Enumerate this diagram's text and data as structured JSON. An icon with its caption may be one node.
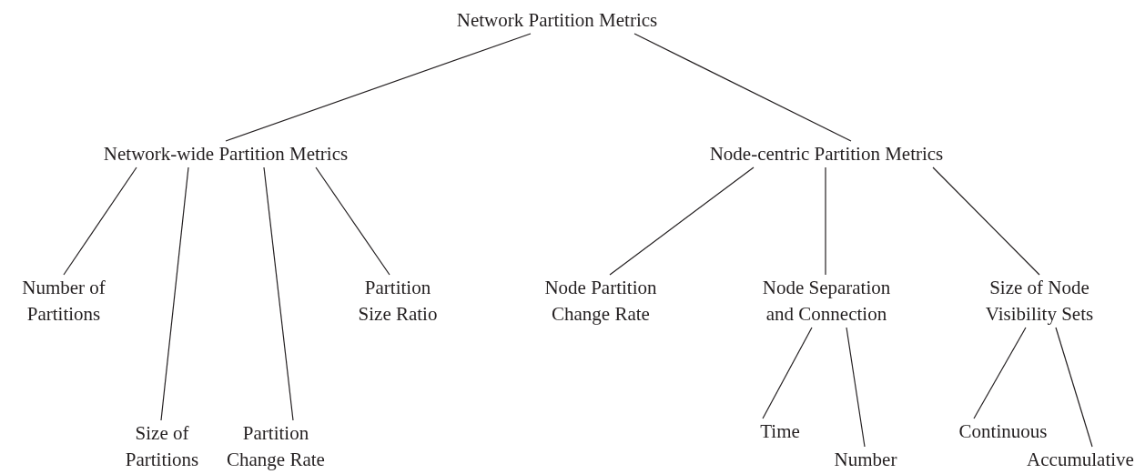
{
  "diagram": {
    "nodes": [
      {
        "text": [
          "Network Partition Metrics"
        ]
      },
      {
        "text": [
          "Network-wide Partition Metrics"
        ]
      },
      {
        "text": [
          "Node-centric Partition Metrics"
        ]
      },
      {
        "text": [
          "Number of Partitions"
        ]
      },
      {
        "text": [
          "Size of Partitions"
        ]
      },
      {
        "text": [
          "Partition Change Rate"
        ]
      },
      {
        "text": [
          "Partition Size Ratio"
        ]
      },
      {
        "text": [
          "Node Partition Change Rate"
        ]
      },
      {
        "text": [
          "Node Separation and Connection"
        ]
      },
      {
        "text": [
          "Size of Node Visibility Sets"
        ]
      },
      {
        "text": [
          "Time"
        ]
      },
      {
        "text": [
          "Number"
        ]
      },
      {
        "text": [
          "Continuous"
        ]
      },
      {
        "text": [
          "Accumulative"
        ]
      }
    ],
    "edges": [
      {
        "from": 0,
        "to": 1,
        "arrow": "none"
      },
      {
        "from": 0,
        "to": 2,
        "arrow": "none"
      },
      {
        "from": 1,
        "to": 3,
        "arrow": "none"
      },
      {
        "from": 1,
        "to": 4,
        "arrow": "none"
      },
      {
        "from": 1,
        "to": 5,
        "arrow": "none"
      },
      {
        "from": 1,
        "to": 6,
        "arrow": "none"
      },
      {
        "from": 2,
        "to": 7,
        "arrow": "none"
      },
      {
        "from": 2,
        "to": 8,
        "arrow": "none"
      },
      {
        "from": 2,
        "to": 9,
        "arrow": "none"
      },
      {
        "from": 8,
        "to": 10,
        "arrow": "none"
      },
      {
        "from": 8,
        "to": 11,
        "arrow": "none"
      },
      {
        "from": 9,
        "to": 12,
        "arrow": "none"
      },
      {
        "from": 9,
        "to": 13,
        "arrow": "none"
      }
    ]
  }
}
